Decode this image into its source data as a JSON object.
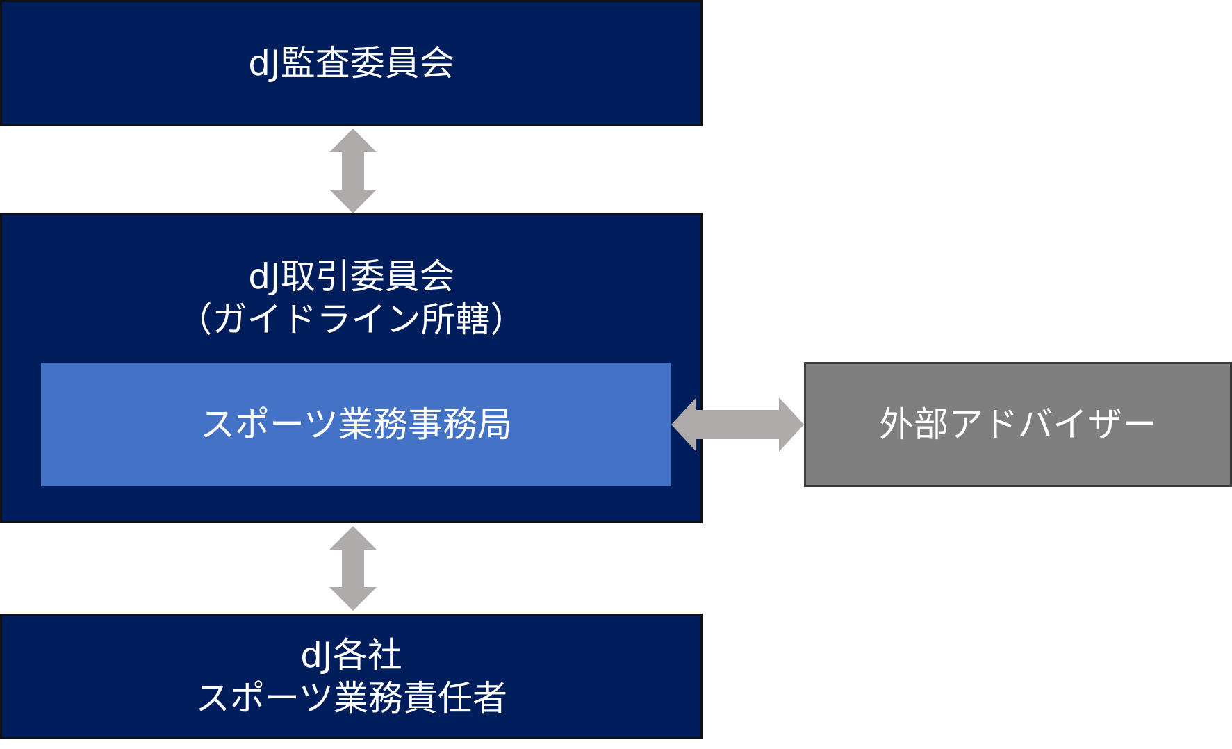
{
  "diagram": {
    "audit_committee": {
      "label": "dJ監査委員会"
    },
    "trading_committee": {
      "line1": "dJ取引委員会",
      "line2": "（ガイドライン所轄）"
    },
    "sports_office": {
      "label": "スポーツ業務事務局"
    },
    "external_advisor": {
      "label": "外部アドバイザー"
    },
    "companies": {
      "line1": "dJ各社",
      "line2": "スポーツ業務責任者"
    },
    "colors": {
      "navy": "#001e5c",
      "office_blue": "#4472c4",
      "advisor_gray": "#7f7f7f",
      "arrow_gray": "#afabab",
      "text": "#ffffff"
    },
    "connectors": [
      {
        "from": "audit_committee",
        "to": "trading_committee",
        "type": "bidirectional"
      },
      {
        "from": "sports_office",
        "to": "external_advisor",
        "type": "bidirectional"
      },
      {
        "from": "trading_committee",
        "to": "companies",
        "type": "bidirectional"
      }
    ]
  }
}
